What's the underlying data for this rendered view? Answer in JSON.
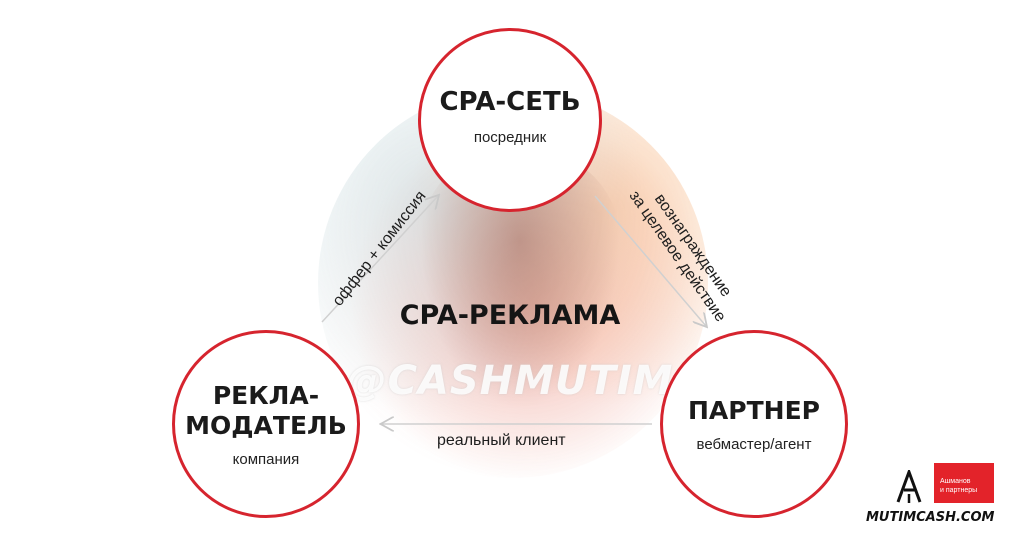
{
  "center": {
    "title": "CPA-РЕКЛАМА"
  },
  "watermark": "@CASHMUTIM",
  "nodes": {
    "network": {
      "title": "CPA-СЕТЬ",
      "subtitle": "посредник"
    },
    "advertiser": {
      "title": "РЕКЛА-\nМОДАТЕЛЬ",
      "subtitle": "компания"
    },
    "partner": {
      "title": "ПАРТНЕР",
      "subtitle": "вебмастер/агент"
    }
  },
  "edges": {
    "advertiser_to_network": "оффер + комиссия",
    "network_to_partner": [
      "вознаграждение",
      "за целевое действие"
    ],
    "partner_to_advertiser": "реальный клиент"
  },
  "logo": {
    "box_text": "Ашманов\nи партнеры",
    "brand": "MUTIMCASH.COM"
  },
  "colors": {
    "accent": "#d6242e",
    "arrow": "#c9c9c9",
    "text": "#1b1b1b"
  }
}
